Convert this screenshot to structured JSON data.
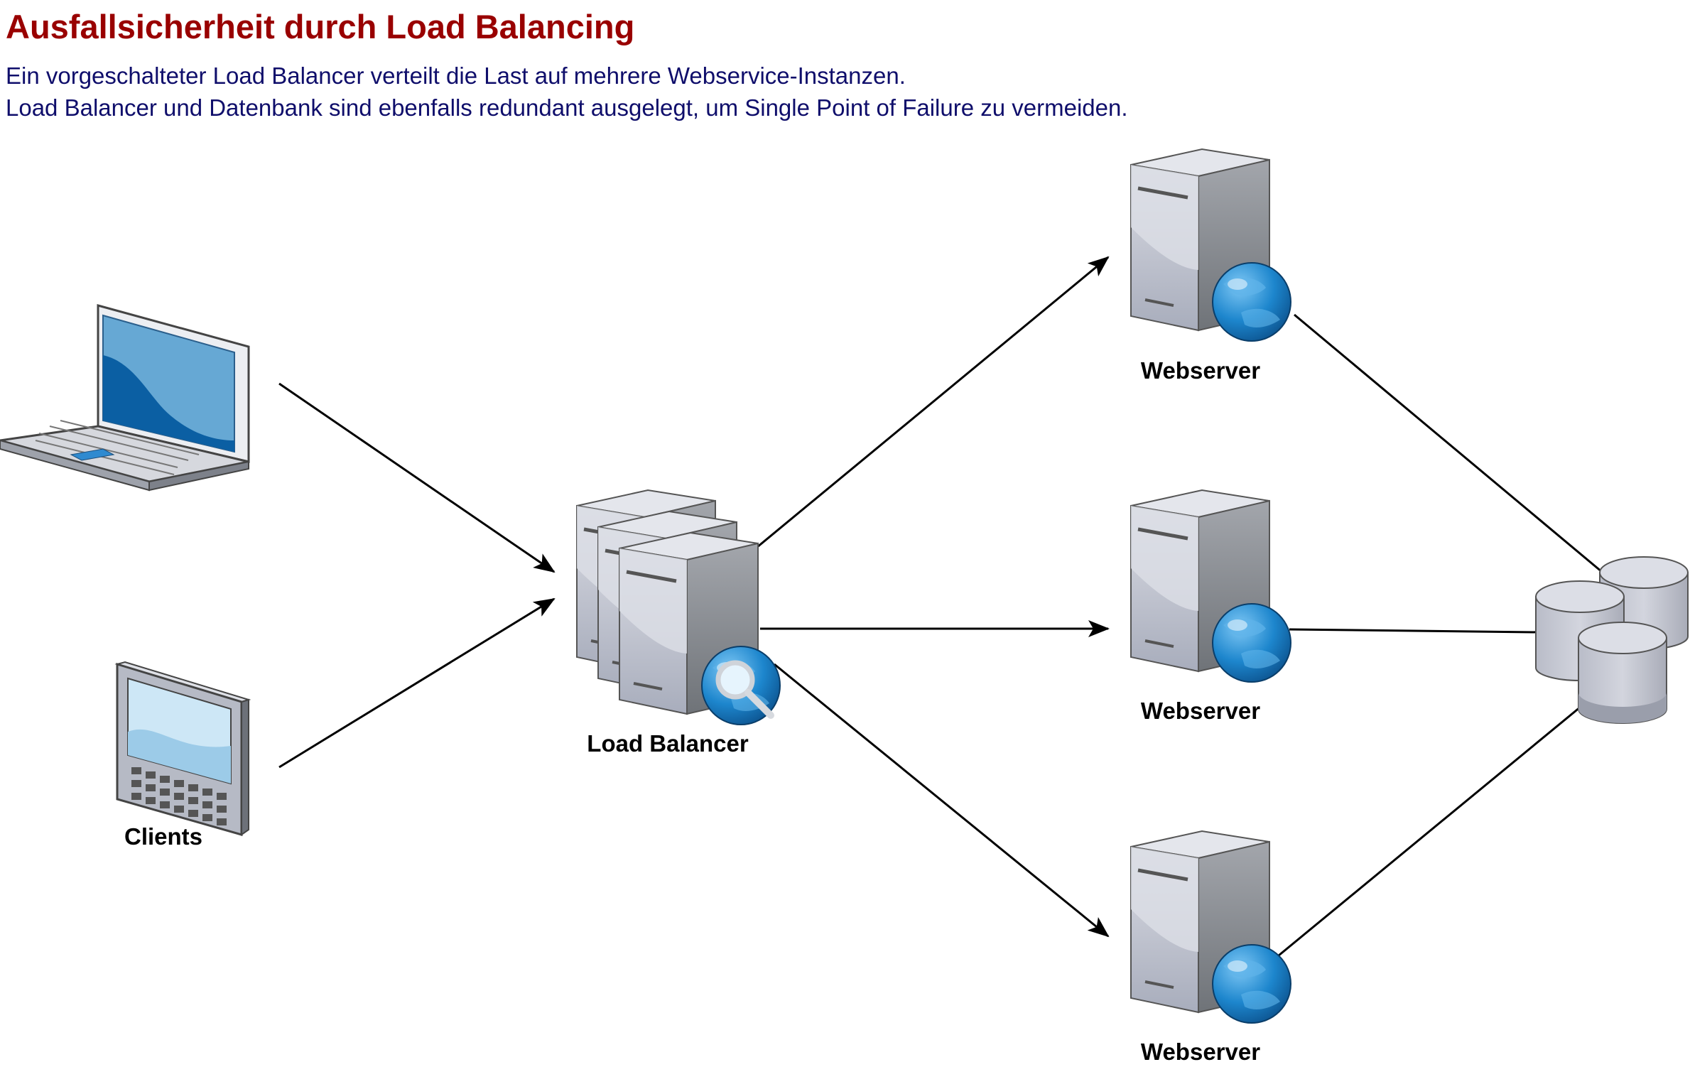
{
  "title": "Ausfallsicherheit durch Load Balancing",
  "description": [
    "Ein vorgeschalteter Load Balancer verteilt die Last auf mehrere Webservice-Instanzen.",
    "Load Balancer und Datenbank sind ebenfalls redundant ausgelegt, um Single Point of Failure zu vermeiden."
  ],
  "nodes": {
    "clients": {
      "label": "Clients",
      "icons": [
        "laptop-icon",
        "tablet-icon"
      ]
    },
    "load_balancer": {
      "label": "Load Balancer",
      "icon": "load-balancer-server-stack-icon"
    },
    "webservers": [
      {
        "label": "Webserver",
        "icon": "web-server-icon"
      },
      {
        "label": "Webserver",
        "icon": "web-server-icon"
      },
      {
        "label": "Webserver",
        "icon": "web-server-icon"
      }
    ],
    "database": {
      "label": "",
      "icon": "database-cluster-icon"
    }
  },
  "colors": {
    "title": "#990000",
    "description": "#0f0e6b",
    "server_light": "#c7cad4",
    "server_dark": "#8a8f9a",
    "globe": "#1a82c9"
  }
}
